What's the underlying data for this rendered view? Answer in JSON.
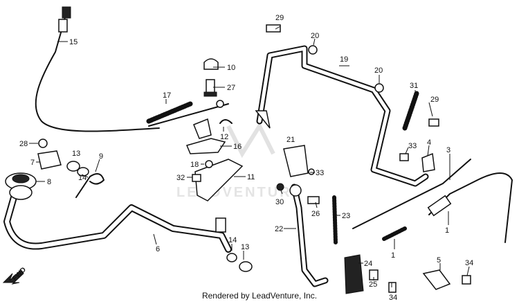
{
  "watermark": "LEADVENTURE",
  "footer": "Rendered by LeadVenture, Inc.",
  "fwd_label": "FWD",
  "callouts": [
    "1",
    "3",
    "4",
    "5",
    "6",
    "7",
    "8",
    "9",
    "10",
    "11",
    "12",
    "13",
    "13",
    "14",
    "14",
    "15",
    "16",
    "17",
    "18",
    "19",
    "20",
    "20",
    "21",
    "22",
    "23",
    "24",
    "25",
    "26",
    "27",
    "28",
    "29",
    "29",
    "30",
    "31",
    "32",
    "33",
    "33",
    "34",
    "34"
  ]
}
